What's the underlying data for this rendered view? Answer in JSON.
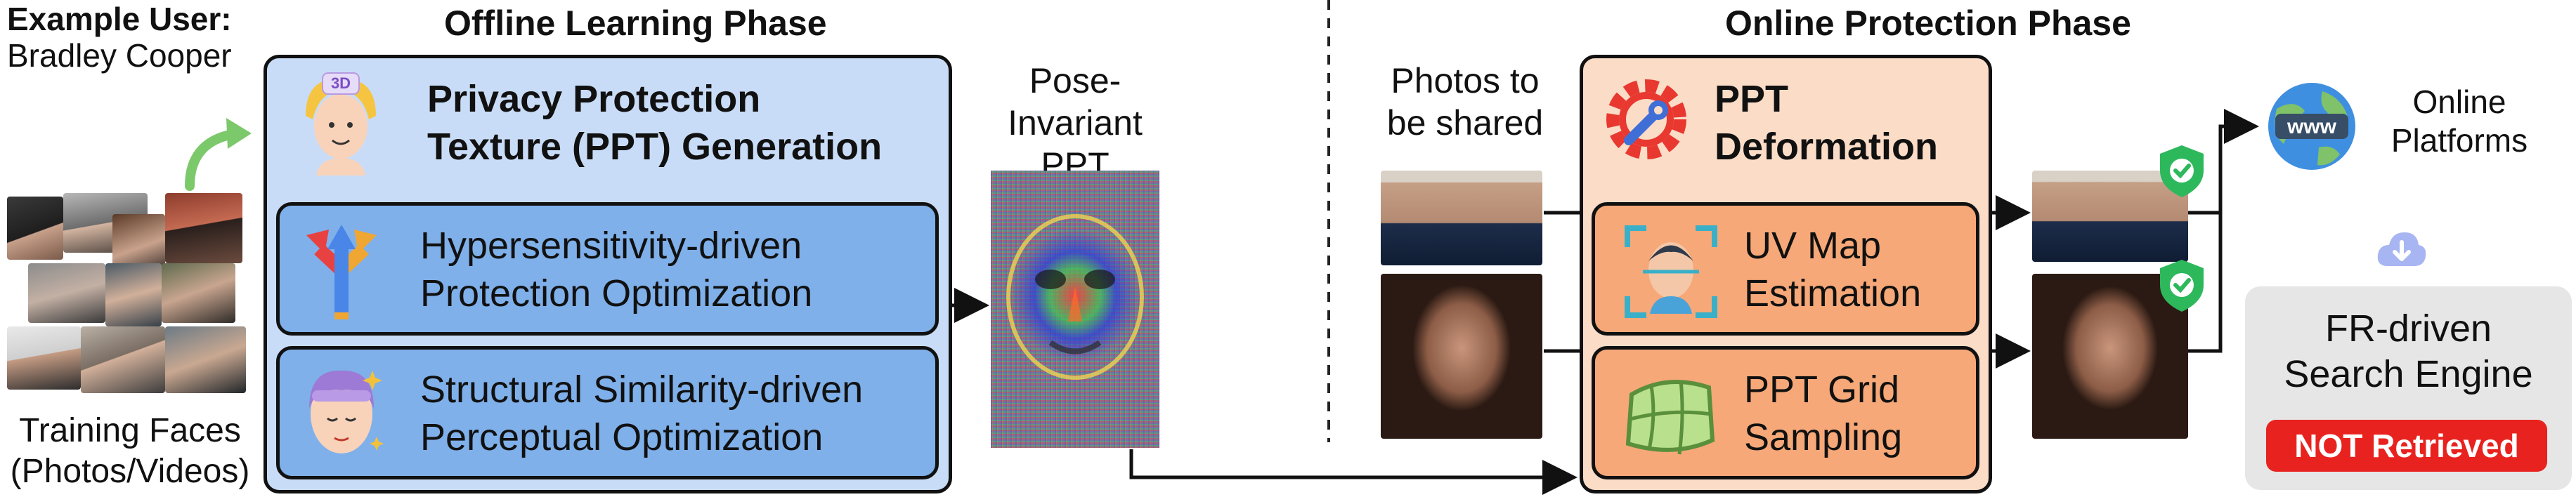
{
  "example_user": {
    "heading": "Example User:",
    "name": "Bradley Cooper"
  },
  "training": {
    "line1": "Training Faces",
    "line2": "(Photos/Videos)"
  },
  "offline": {
    "title": "Offline Learning Phase",
    "ppt_gen_line1": "Privacy Protection",
    "ppt_gen_line2": "Texture (PPT) Generation",
    "icon_badge": "3D",
    "hyper_line1": "Hypersensitivity-driven",
    "hyper_line2": "Protection Optimization",
    "struct_line1": "Structural Similarity-driven",
    "struct_line2": "Perceptual Optimization"
  },
  "ppt_output": {
    "line1": "Pose-Invariant",
    "line2": "PPT"
  },
  "online": {
    "title": "Online Protection Phase",
    "photos_line1": "Photos to",
    "photos_line2": "be shared",
    "deform_line1": "PPT",
    "deform_line2": "Deformation",
    "uv_line1": "UV Map",
    "uv_line2": "Estimation",
    "grid_line1": "PPT Grid",
    "grid_line2": "Sampling"
  },
  "platforms": {
    "www": "www",
    "line1": "Online",
    "line2": "Platforms"
  },
  "search": {
    "line1": "FR-driven",
    "line2": "Search Engine",
    "badge": "NOT Retrieved"
  },
  "colors": {
    "offline_panel": "#c9dcf7",
    "offline_sub": "#7fb0ea",
    "online_panel": "#fbdcc7",
    "online_sub": "#f6a878",
    "search_panel": "#e6e6e6",
    "not_retrieved": "#e8231f",
    "check_green": "#2eb85c"
  }
}
